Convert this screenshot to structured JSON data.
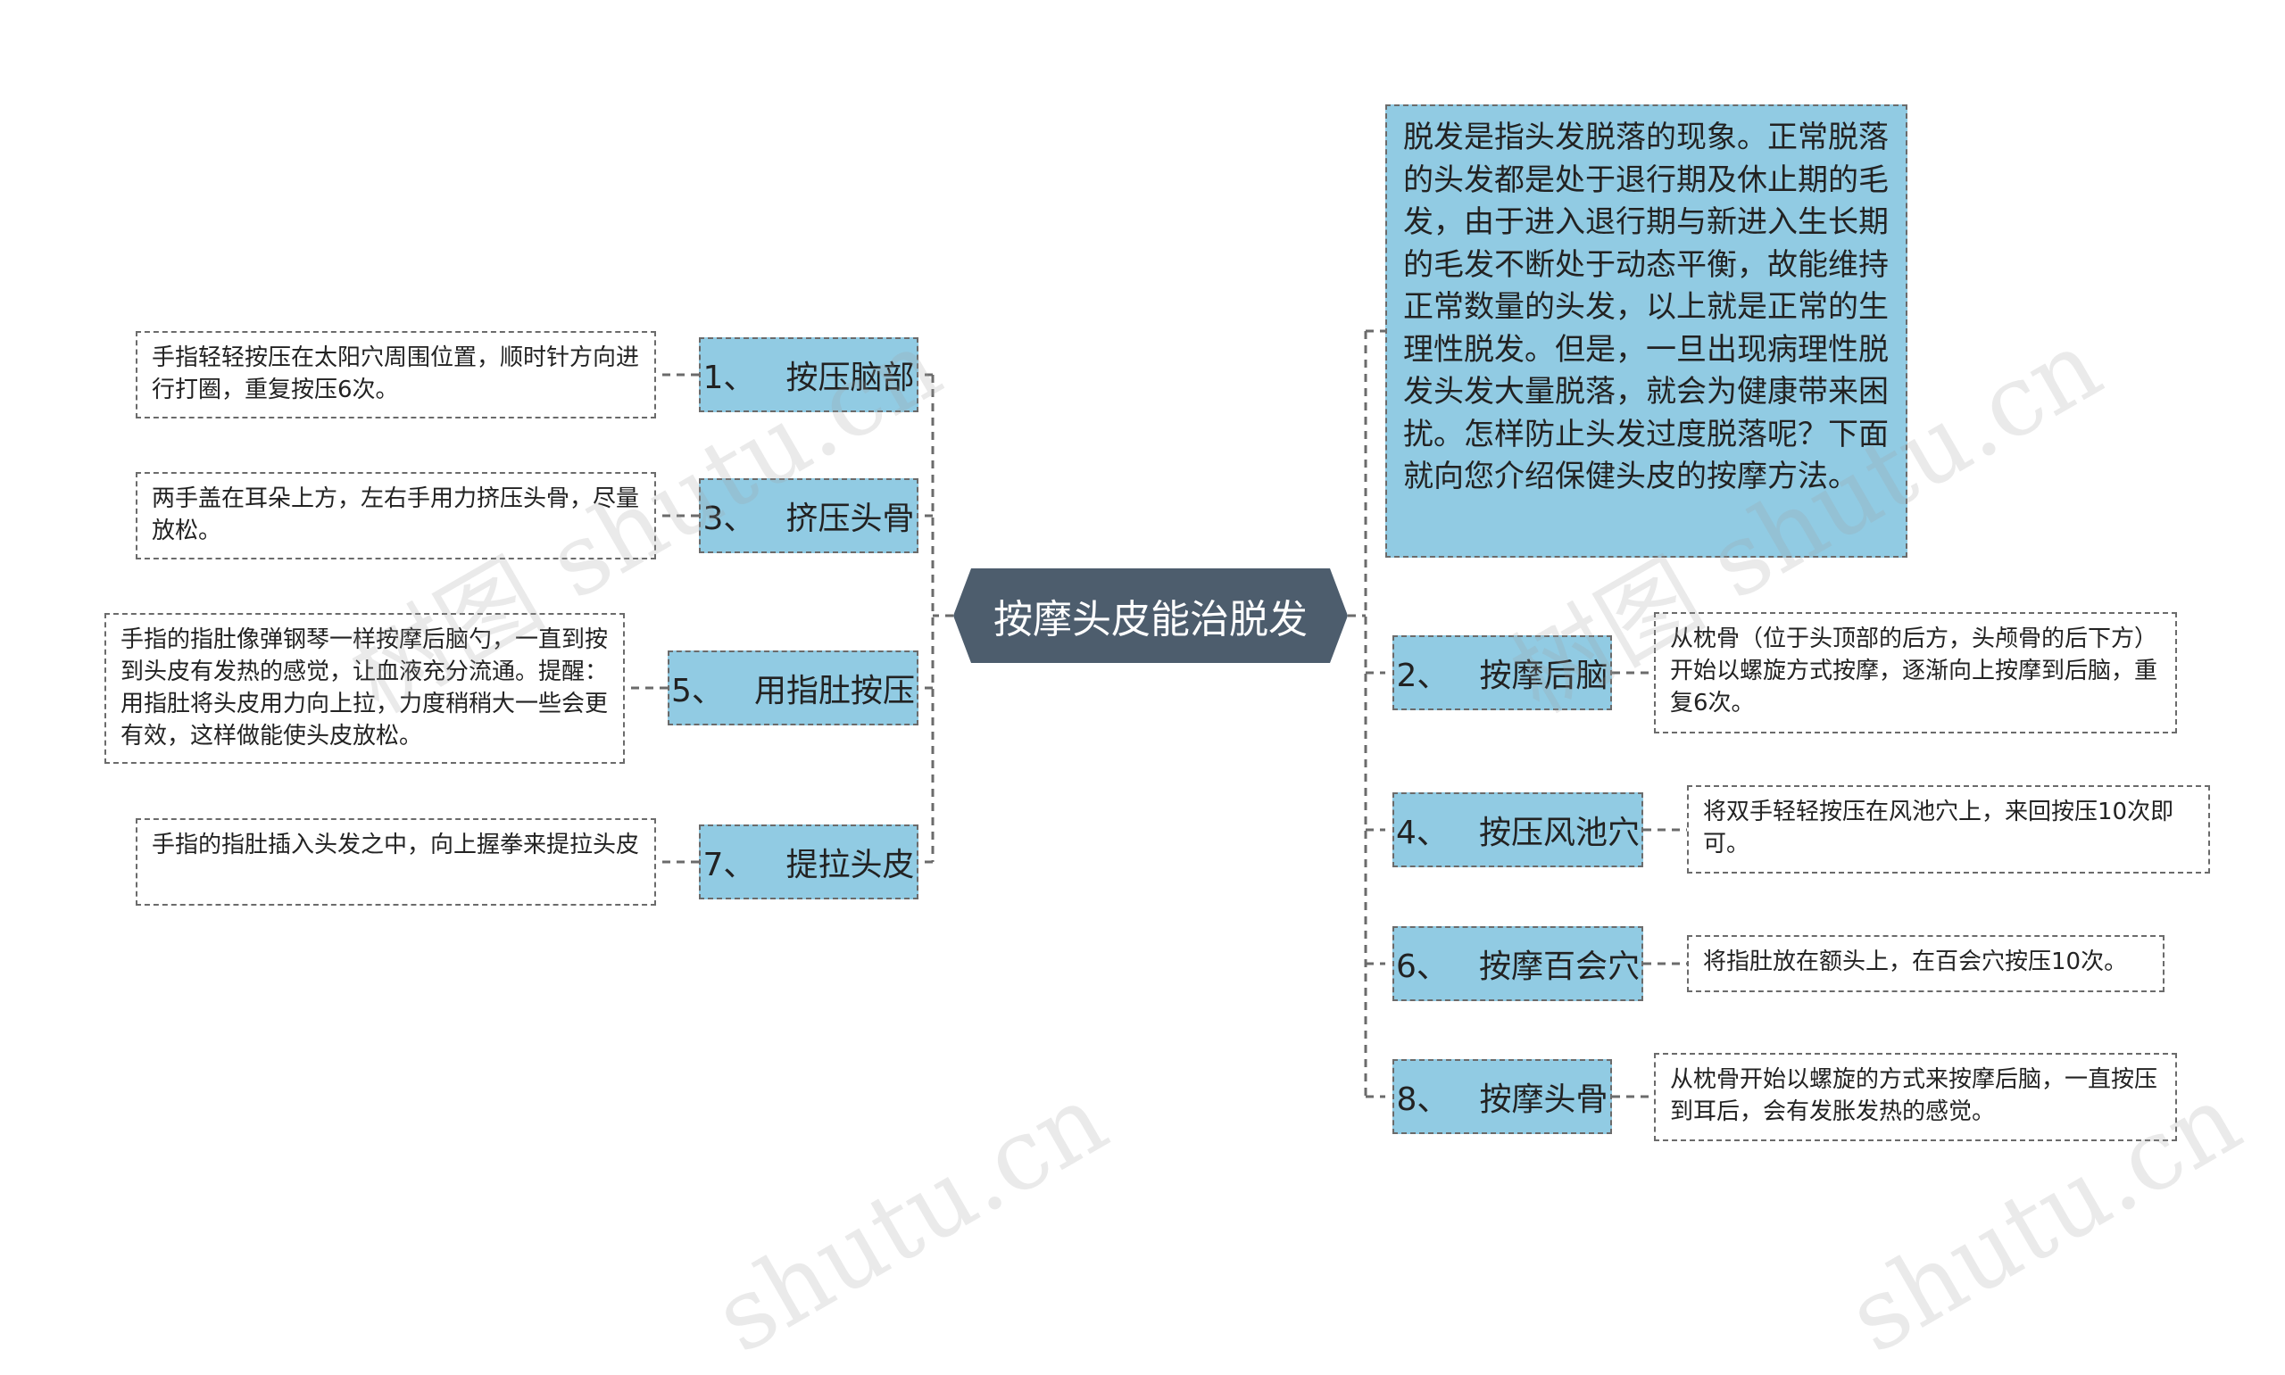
{
  "root": {
    "label": "按摩头皮能治脱发"
  },
  "intro": {
    "text": "脱发是指头发脱落的现象。正常脱落的头发都是处于退行期及休止期的毛发，由于进入退行期与新进入生长期的毛发不断处于动态平衡，故能维持正常数量的头发，以上就是正常的生理性脱发。但是，一旦出现病理性脱发头发大量脱落，就会为健康带来困扰。怎样防止头发过度脱落呢？下面就向您介绍保健头皮的按摩方法。"
  },
  "left_branches": [
    {
      "num": "1、",
      "label": "按压脑部",
      "detail": "手指轻轻按压在太阳穴周围位置，顺时针方向进行打圈，重复按压6次。"
    },
    {
      "num": "3、",
      "label": "挤压头骨",
      "detail": "两手盖在耳朵上方，左右手用力挤压头骨，尽量放松。"
    },
    {
      "num": "5、",
      "label": "用指肚按压",
      "detail": "手指的指肚像弹钢琴一样按摩后脑勺，一直到按到头皮有发热的感觉，让血液充分流通。提醒：用指肚将头皮用力向上拉，力度稍稍大一些会更有效，这样做能使头皮放松。"
    },
    {
      "num": "7、",
      "label": "提拉头皮",
      "detail": "手指的指肚插入头发之中，向上握拳来提拉头皮"
    }
  ],
  "right_branches": [
    {
      "num": "2、",
      "label": "按摩后脑",
      "detail": "从枕骨（位于头顶部的后方，头颅骨的后下方）开始以螺旋方式按摩，逐渐向上按摩到后脑，重复6次。"
    },
    {
      "num": "4、",
      "label": "按压风池穴",
      "detail": "将双手轻轻按压在风池穴上，来回按压10次即可。"
    },
    {
      "num": "6、",
      "label": "按摩百会穴",
      "detail": "将指肚放在额头上，在百会穴按压10次。"
    },
    {
      "num": "8、",
      "label": "按摩头骨",
      "detail": "从枕骨开始以螺旋的方式来按摩后脑，一直按压到耳后，会有发胀发热的感觉。"
    }
  ],
  "watermarks": [
    "树图 shutu.cn",
    "树图 shutu.cn",
    "shutu.cn",
    "shutu.cn"
  ],
  "colors": {
    "root_fill": "#4d5d6d",
    "branch_fill": "#91cbe3",
    "connector": "#6b6b6b",
    "text": "#222222"
  }
}
